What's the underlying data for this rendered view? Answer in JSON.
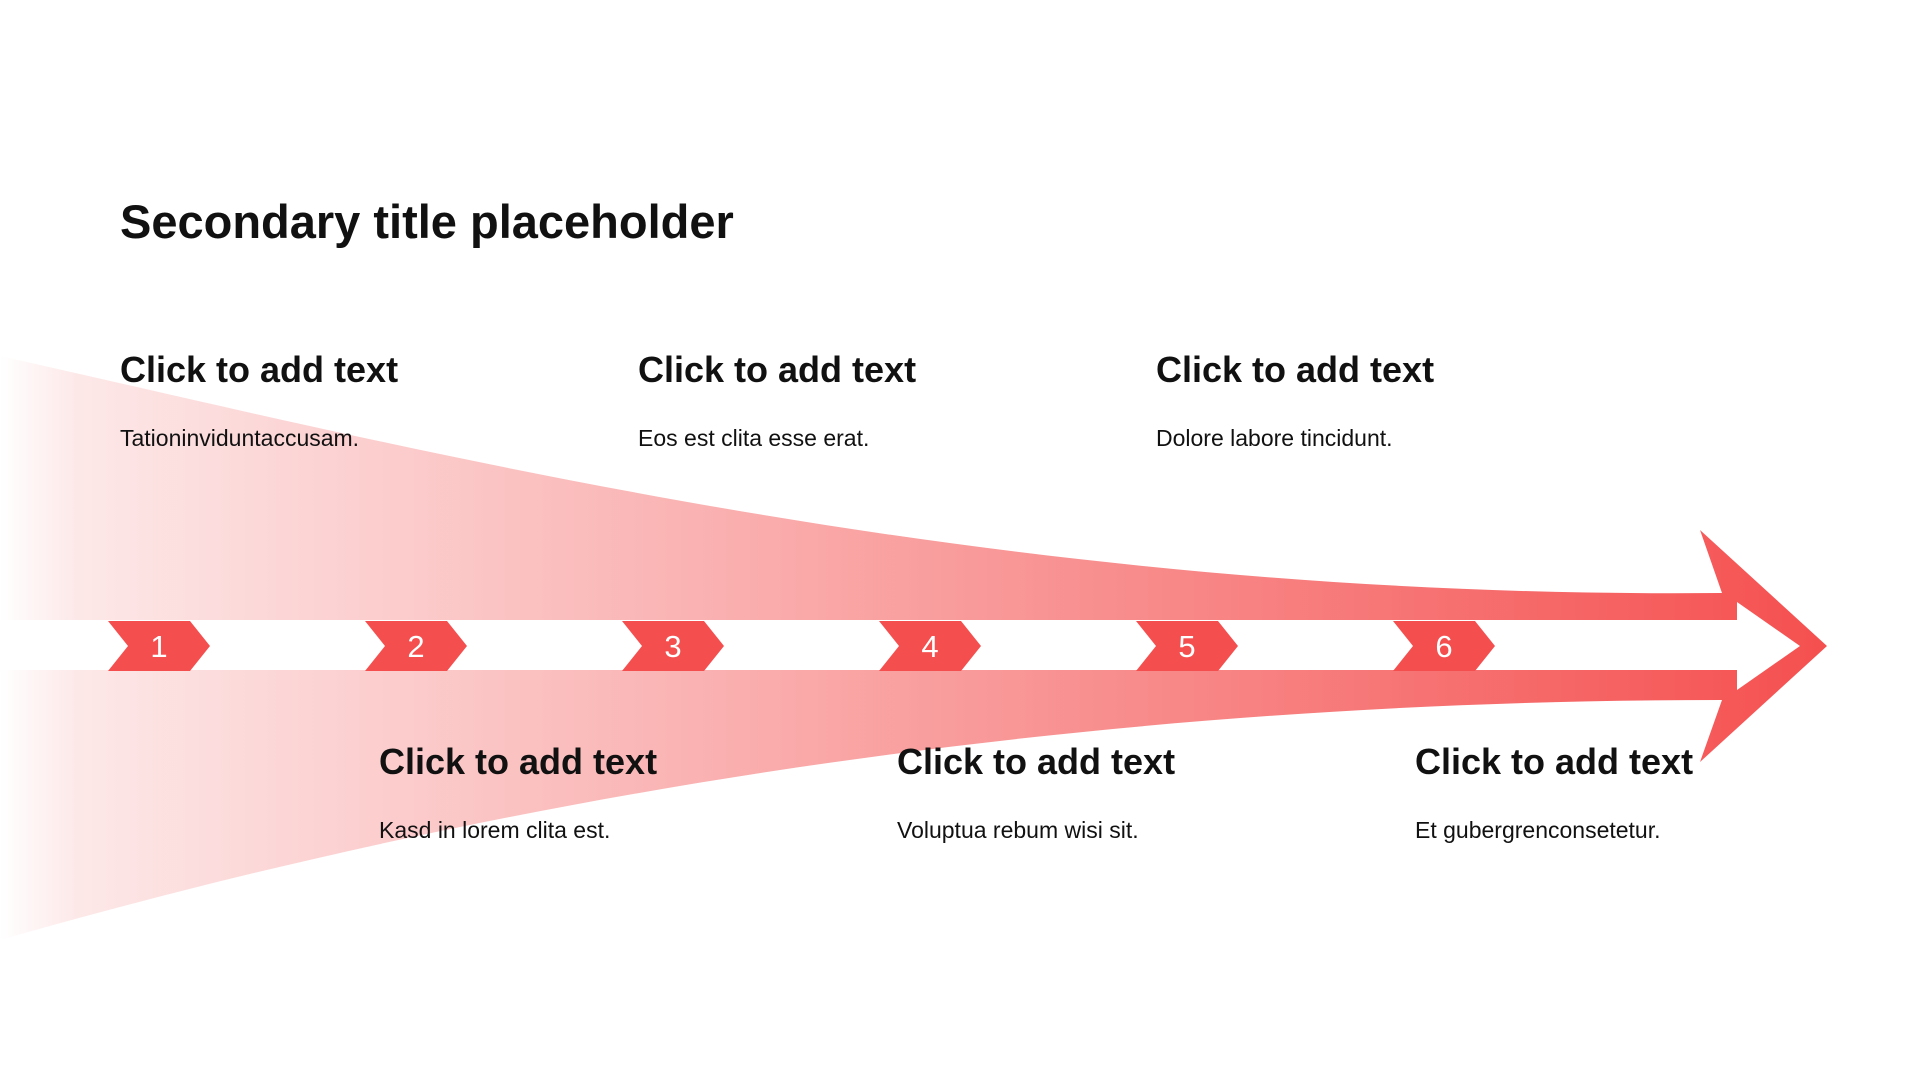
{
  "slide": {
    "title": "Secondary title placeholder"
  },
  "colors": {
    "accent": "#f54e4e",
    "fade_start": "#ffffff",
    "chevron_text": "#ffffff",
    "text": "#111111"
  },
  "steps": [
    {
      "number": "1",
      "heading": "Click to add text",
      "text": "Tationinviduntaccusam."
    },
    {
      "number": "2",
      "heading": "Click to add text",
      "text": "Kasd in lorem clita est."
    },
    {
      "number": "3",
      "heading": "Click to add text",
      "text": "Eos est clita esse erat."
    },
    {
      "number": "4",
      "heading": "Click to add text",
      "text": "Voluptua rebum wisi sit."
    },
    {
      "number": "5",
      "heading": "Click to add text",
      "text": "Dolore labore tincidunt."
    },
    {
      "number": "6",
      "heading": "Click to add text",
      "text": "Et gubergrenconsetetur."
    }
  ]
}
